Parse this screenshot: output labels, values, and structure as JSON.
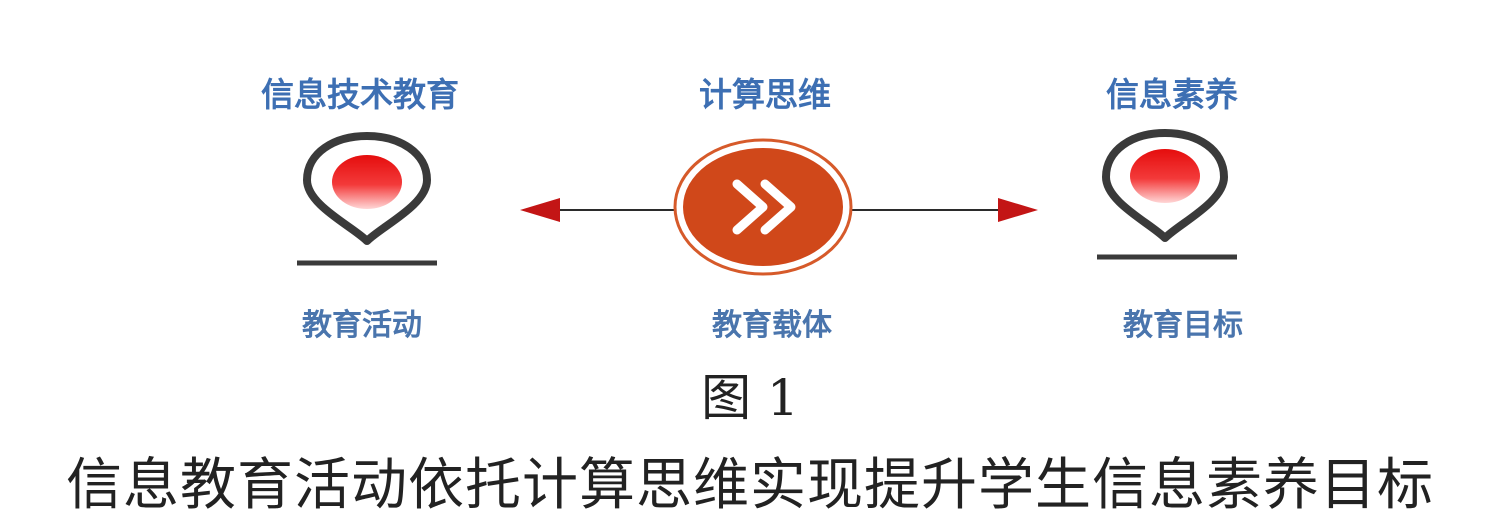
{
  "nodes": [
    {
      "id": "left",
      "title": "信息技术教育",
      "subtitle": "教育活动"
    },
    {
      "id": "center",
      "title": "计算思维",
      "subtitle": "教育载体"
    },
    {
      "id": "right",
      "title": "信息素养",
      "subtitle": "教育目标"
    }
  ],
  "figure": {
    "label": "图 1",
    "caption": "信息教育活动依托计算思维实现提升学生信息素养目标"
  },
  "icons": {
    "left": "location-pin-icon",
    "center": "double-chevron-right-icon",
    "right": "location-pin-icon"
  },
  "colors": {
    "title_blue": "#3d6fb3",
    "pin_outline": "#3a3a3a",
    "pin_red": "#ee1a1a",
    "center_orange": "#d0481a",
    "arrow_red": "#c31515"
  }
}
